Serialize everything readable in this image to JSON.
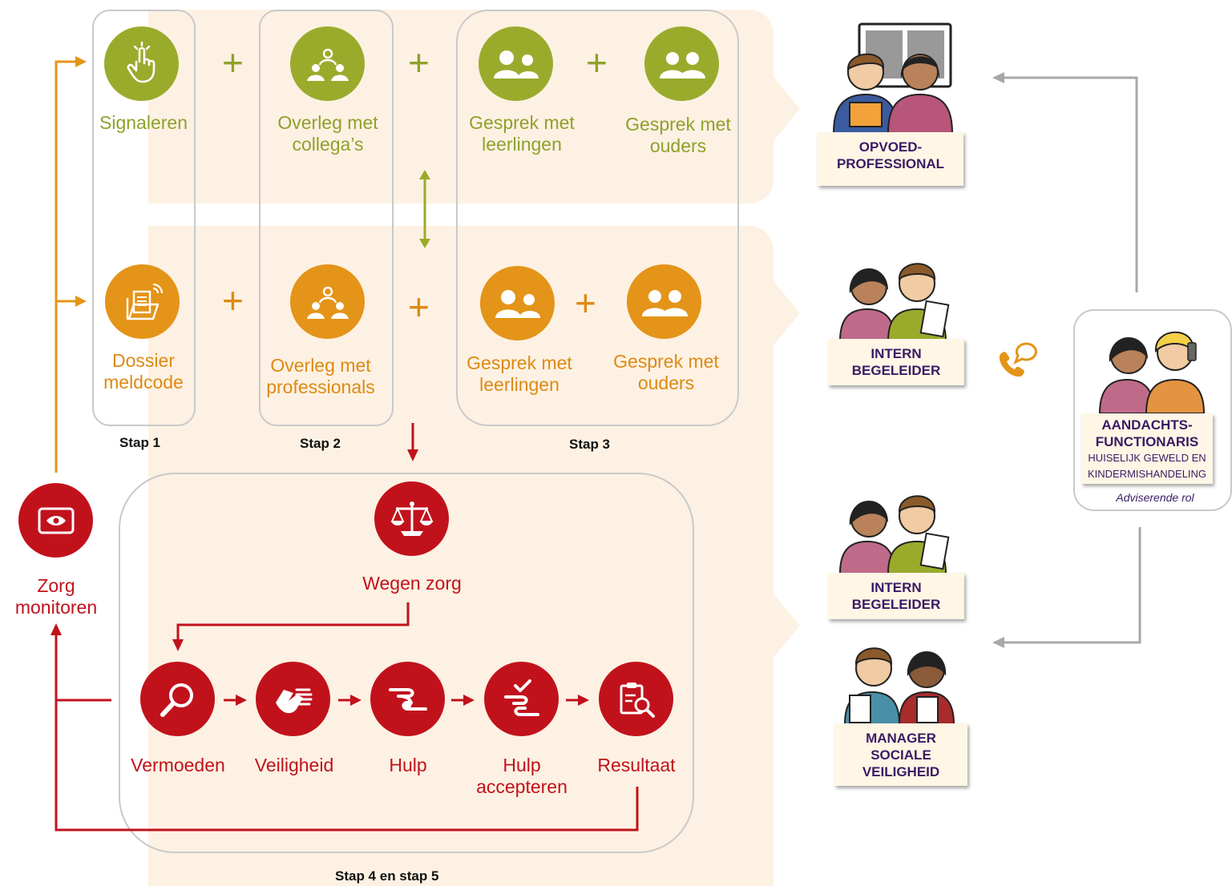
{
  "row1": {
    "signaleren": "Signaleren",
    "overleg": [
      "Overleg met",
      "collega’s"
    ],
    "gesprek_leerlingen": [
      "Gesprek met",
      "leerlingen"
    ],
    "gesprek_ouders": [
      "Gesprek met",
      "ouders"
    ]
  },
  "row2": {
    "dossier": [
      "Dossier",
      "meldcode"
    ],
    "overleg": [
      "Overleg met",
      "professionals"
    ],
    "gesprek_leerlingen": [
      "Gesprek met",
      "leerlingen"
    ],
    "gesprek_ouders": [
      "Gesprek met",
      "ouders"
    ]
  },
  "plus": "+",
  "steps": {
    "stap1": "Stap 1",
    "stap2": "Stap 2",
    "stap3": "Stap 3",
    "stap45": "Stap  4 en stap 5"
  },
  "monitor": [
    "Zorg",
    "monitoren"
  ],
  "wegen": "Wegen zorg",
  "flow": {
    "vermoeden": "Vermoeden",
    "veiligheid": "Veiligheid",
    "hulp": "Hulp",
    "hulp_accepteren": [
      "Hulp",
      "accepteren"
    ],
    "resultaat": "Resultaat"
  },
  "roles": {
    "opvoed": [
      "OPVOED-",
      "PROFESSIONAL"
    ],
    "intern1": [
      "INTERN",
      "BEGELEIDER"
    ],
    "intern2": [
      "INTERN",
      "BEGELEIDER"
    ],
    "manager": [
      "MANAGER",
      "SOCIALE",
      "VEILIGHEID"
    ],
    "aandachts": [
      "AANDACHTS-",
      "FUNCTIONARIS"
    ],
    "aandachts_sub": [
      "HUISELIJK GEWELD EN",
      "KINDERMISHANDELING"
    ],
    "aandachts_note": "Adviserende rol"
  },
  "colors": {
    "green": "#9aab2c",
    "orange": "#e49418",
    "red": "#c1121c",
    "band": "#fdf1e3",
    "role_text": "#3a1b63"
  }
}
